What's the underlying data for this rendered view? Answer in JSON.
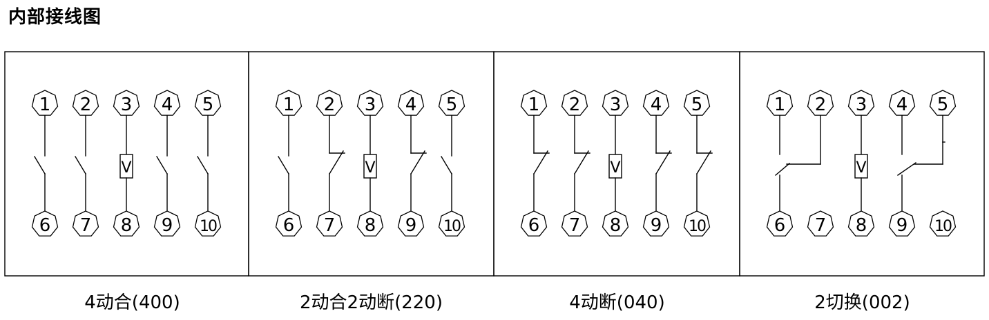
{
  "title": "内部接线图",
  "panels": [
    {
      "caption": "4动合(400)",
      "top_terminals": [
        "1",
        "2",
        "3",
        "4",
        "5"
      ],
      "bottom_terminals": [
        "6",
        "7",
        "8",
        "9",
        "10"
      ],
      "contacts": [
        "NO",
        "NO",
        "coil",
        "NO",
        "NO"
      ],
      "coil_label": "V"
    },
    {
      "caption": "2动合2动断(220)",
      "top_terminals": [
        "1",
        "2",
        "3",
        "4",
        "5"
      ],
      "bottom_terminals": [
        "6",
        "7",
        "8",
        "9",
        "10"
      ],
      "contacts": [
        "NO",
        "NC",
        "coil",
        "NC",
        "NO"
      ],
      "coil_label": "V"
    },
    {
      "caption": "4动断(040)",
      "top_terminals": [
        "1",
        "2",
        "3",
        "4",
        "5"
      ],
      "bottom_terminals": [
        "6",
        "7",
        "8",
        "9",
        "10"
      ],
      "contacts": [
        "NC",
        "NC",
        "coil",
        "NC",
        "NC"
      ],
      "coil_label": "V"
    },
    {
      "caption": "2切换(002)",
      "top_terminals": [
        "1",
        "2",
        "3",
        "4",
        "5"
      ],
      "bottom_terminals": [
        "6",
        "7",
        "8",
        "9",
        "10"
      ],
      "contacts": [
        "CO-left",
        "CO-left-nc",
        "coil",
        "CO-right",
        "CO-right-no"
      ],
      "coil_label": "V"
    }
  ]
}
